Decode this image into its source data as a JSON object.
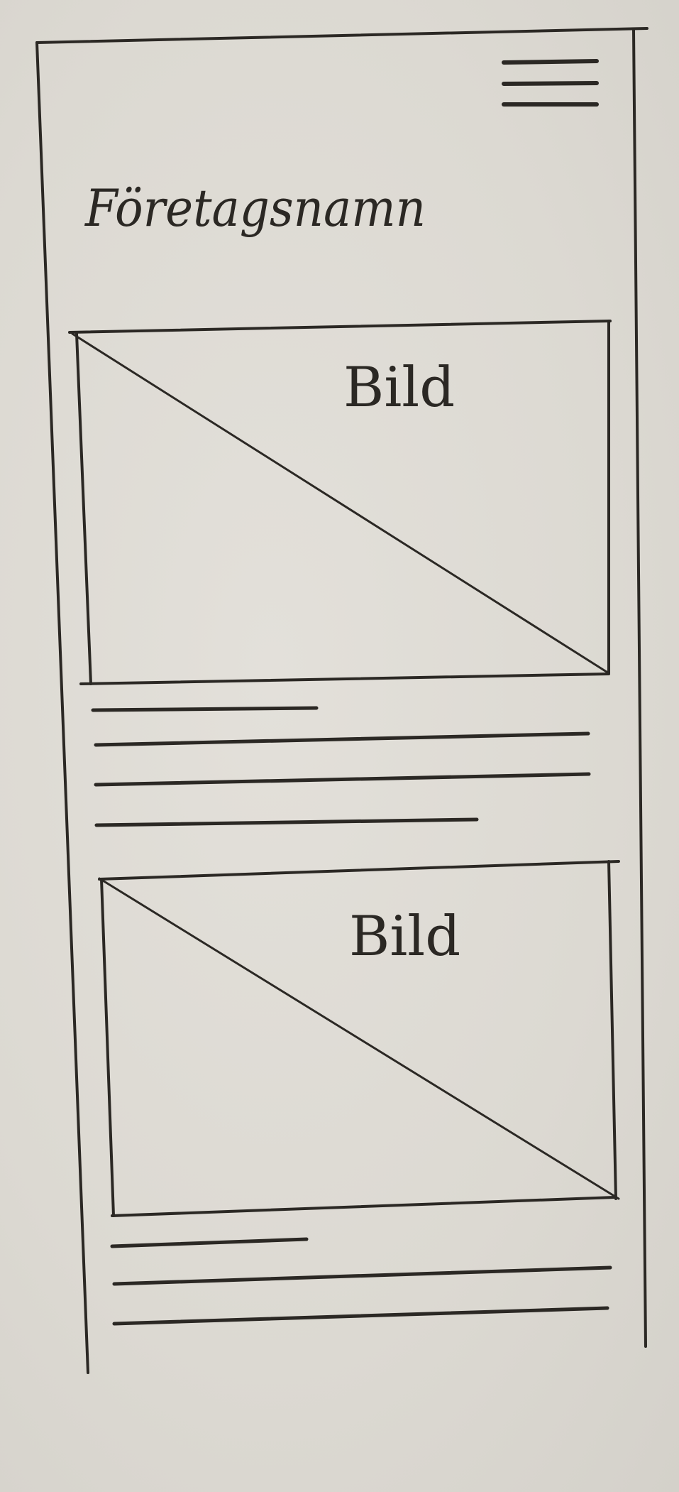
{
  "header": {
    "company_name": "Företagsnamn",
    "menu_icon": "hamburger-menu-icon"
  },
  "images": [
    {
      "label": "Bild",
      "icon": "image-placeholder-icon"
    },
    {
      "label": "Bild",
      "icon": "image-placeholder-icon"
    }
  ],
  "colors": {
    "paper": "#dddad3",
    "ink": "#2b2824"
  }
}
